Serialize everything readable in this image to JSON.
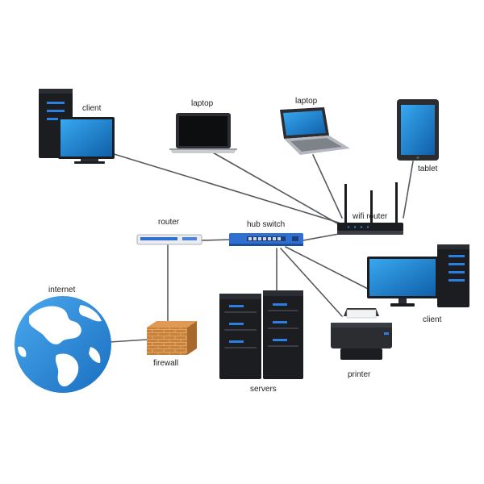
{
  "colors": {
    "screen": "#1f8fe0",
    "screen_dark": "#0f5fa8",
    "server_body": "#1b1d21",
    "server_led": "#2a7fe0",
    "switch_blue": "#2f6fd0",
    "globe_ocean": "#2a8ee0",
    "globe_land": "#ffffff",
    "brick": "#c9823a",
    "cable": "#555a60",
    "label": "#222222"
  },
  "nodes": {
    "client_left": {
      "label": "client",
      "icon": "desktop-icon"
    },
    "laptop_1": {
      "label": "laptop",
      "icon": "laptop-icon"
    },
    "laptop_2": {
      "label": "laptop",
      "icon": "laptop-icon"
    },
    "tablet": {
      "label": "tablet",
      "icon": "tablet-icon"
    },
    "wifi_router": {
      "label": "wifi router",
      "icon": "wifi-router-icon"
    },
    "router": {
      "label": "router",
      "icon": "router-icon"
    },
    "hub_switch": {
      "label": "hub switch",
      "icon": "switch-icon"
    },
    "client_right": {
      "label": "client",
      "icon": "desktop-icon"
    },
    "internet": {
      "label": "internet",
      "icon": "globe-icon"
    },
    "firewall": {
      "label": "firewall",
      "icon": "firewall-icon"
    },
    "servers": {
      "label": "servers",
      "icon": "server-rack-icon"
    },
    "printer": {
      "label": "printer",
      "icon": "printer-icon"
    }
  }
}
